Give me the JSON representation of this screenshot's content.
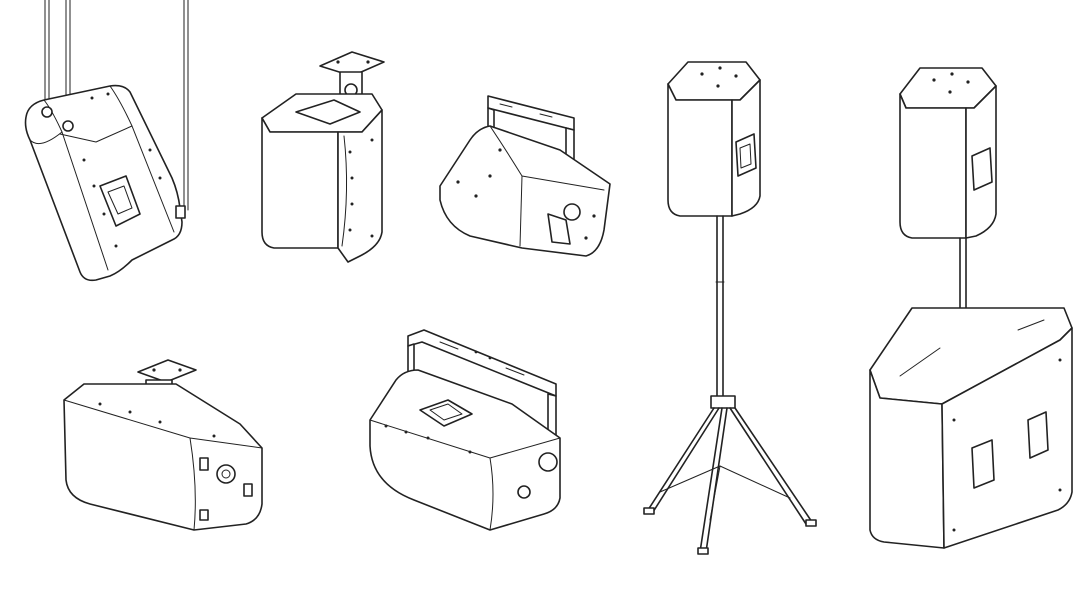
{
  "figure": {
    "background": "#ffffff",
    "line_color": "#222222",
    "views": [
      {
        "id": "suspended-cable"
      },
      {
        "id": "ceiling-bracket-vertical"
      },
      {
        "id": "u-bracket-tilted"
      },
      {
        "id": "pole-mount-top"
      },
      {
        "id": "pole-mount-on-subwoofer"
      },
      {
        "id": "ceiling-bracket-horizontal"
      },
      {
        "id": "u-bracket-horizontal"
      },
      {
        "id": "tripod-stand"
      },
      {
        "id": "subwoofer"
      }
    ]
  }
}
